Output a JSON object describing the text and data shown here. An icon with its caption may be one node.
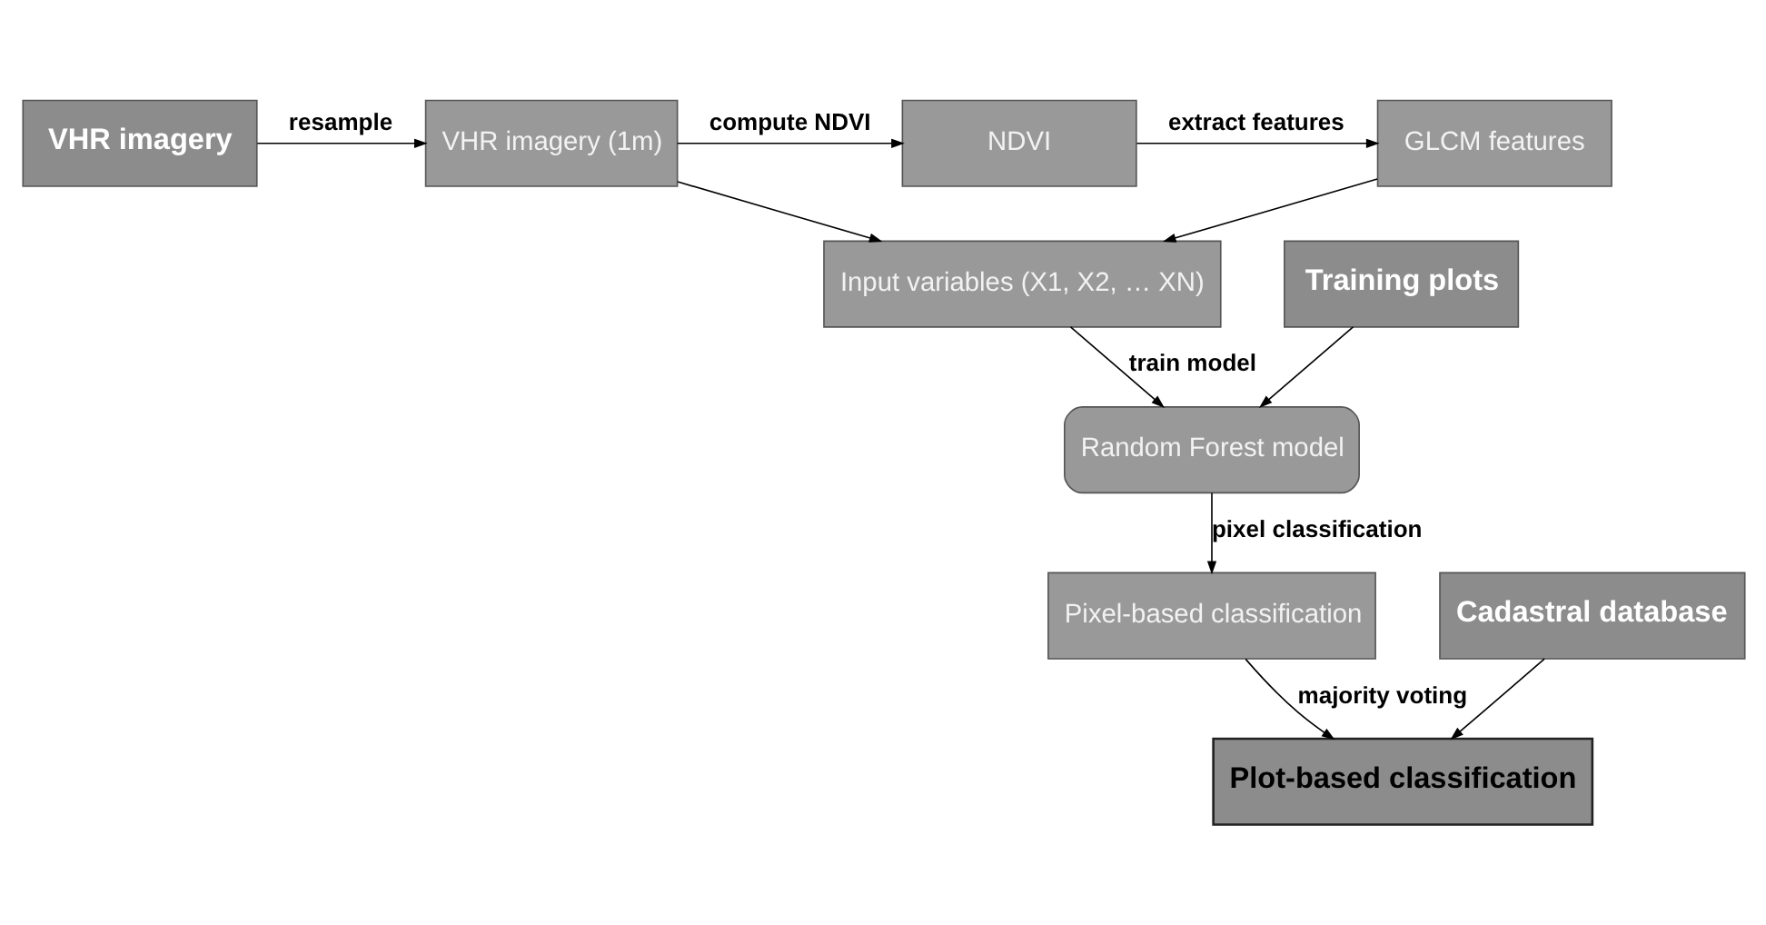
{
  "diagram": {
    "nodes": [
      {
        "text": [
          "VHR imagery"
        ]
      },
      {
        "text": [
          "VHR imagery (1m)"
        ]
      },
      {
        "text": [
          "NDVI"
        ]
      },
      {
        "text": [
          "GLCM features"
        ]
      },
      {
        "text": [
          "Input variables (X1, X2, … XN)"
        ]
      },
      {
        "text": [
          "Training plots"
        ]
      },
      {
        "text": [
          "Random Forest model"
        ]
      },
      {
        "text": [
          "Pixel-based classification"
        ]
      },
      {
        "text": [
          "Cadastral database"
        ]
      },
      {
        "text": [
          "Plot-based classification"
        ]
      }
    ],
    "edges": [
      {
        "from": 0,
        "to": 1,
        "arrow": "to",
        "label": "resample"
      },
      {
        "from": 1,
        "to": 2,
        "arrow": "to",
        "label": "compute NDVI"
      },
      {
        "from": 2,
        "to": 3,
        "arrow": "to",
        "label": "extract features"
      },
      {
        "from": 1,
        "to": 4,
        "arrow": "to"
      },
      {
        "from": 3,
        "to": 4,
        "arrow": "to"
      },
      {
        "from": 4,
        "to": 6,
        "arrow": "to",
        "label": "train model"
      },
      {
        "from": 5,
        "to": 6,
        "arrow": "to"
      },
      {
        "from": 6,
        "to": 7,
        "arrow": "to",
        "label": "pixel classification"
      },
      {
        "from": 7,
        "to": 9,
        "arrow": "to",
        "label": "majority voting"
      },
      {
        "from": 8,
        "to": 9,
        "arrow": "to"
      }
    ]
  }
}
